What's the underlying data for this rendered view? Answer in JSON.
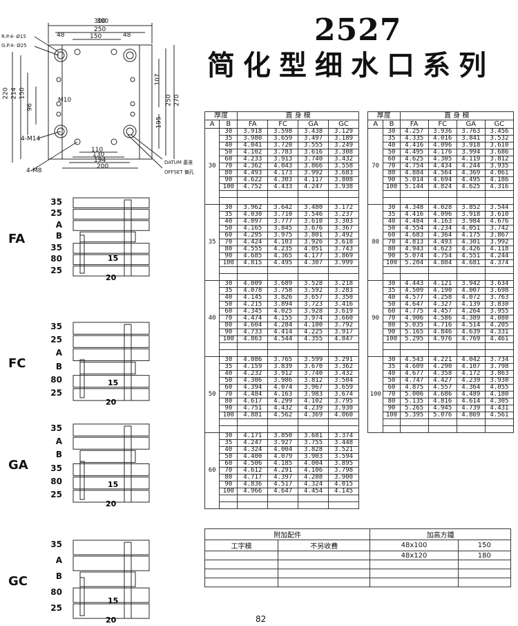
{
  "title": {
    "model": "2527",
    "name": "简化型细水口系列"
  },
  "plan_view": {
    "dims": [
      "300",
      "250",
      "150",
      "48",
      "48",
      "220",
      "214",
      "150",
      "96",
      "107",
      "250",
      "270",
      "195",
      "110",
      "130",
      "194",
      "200"
    ],
    "labels": {
      "rp": "R.P.4- Ø15",
      "gp": "G.P.4- Ø25",
      "m10": "M10",
      "m14": "4-M14",
      "m8": "4-M8",
      "datum": "DATUM 基准",
      "offset": "OFFSET 偏孔"
    }
  },
  "side_figures": [
    {
      "name": "FA",
      "dims": [
        "35",
        "25",
        "A",
        "B",
        "35",
        "80",
        "25"
      ],
      "marks": [
        "15",
        "20"
      ]
    },
    {
      "name": "FC",
      "dims": [
        "35",
        "25",
        "A",
        "B",
        "80",
        "25"
      ],
      "marks": [
        "15",
        "20"
      ]
    },
    {
      "name": "GA",
      "dims": [
        "35",
        "A",
        "B",
        "35",
        "80",
        "25"
      ],
      "marks": [
        "15",
        "20"
      ]
    },
    {
      "name": "GC",
      "dims": [
        "35",
        "A",
        "B",
        "80",
        "25"
      ],
      "marks": [
        "15",
        "20"
      ]
    }
  ],
  "table_headers": {
    "thickness": "厚度",
    "height": "直 身 模",
    "a": "A",
    "b": "B",
    "fa": "FA",
    "fc": "FC",
    "ga": "GA",
    "gc": "GC"
  },
  "left_table": [
    {
      "a": "30",
      "rows": [
        [
          "30",
          "3.918",
          "3.598",
          "3.438",
          "3.129"
        ],
        [
          "35",
          "3.980",
          "3.659",
          "3.497",
          "3.189"
        ],
        [
          "40",
          "4.041",
          "3.720",
          "3.555",
          "3.249"
        ],
        [
          "50",
          "4.102",
          "3.783",
          "3.616",
          "3.308"
        ],
        [
          "60",
          "4.233",
          "3.913",
          "3.740",
          "3.432"
        ],
        [
          "70",
          "4.362",
          "4.043",
          "3.866",
          "3.558"
        ],
        [
          "80",
          "4.493",
          "4.173",
          "3.992",
          "3.683"
        ],
        [
          "90",
          "4.622",
          "4.303",
          "4.117",
          "3.808"
        ],
        [
          "100",
          "4.752",
          "4.433",
          "4.247",
          "3.938"
        ]
      ]
    },
    {
      "a": "35",
      "rows": [
        [
          "30",
          "3.962",
          "3.642",
          "3.480",
          "3.172"
        ],
        [
          "35",
          "4.030",
          "3.710",
          "3.546",
          "3.237"
        ],
        [
          "40",
          "4.097",
          "3.777",
          "3.610",
          "3.303"
        ],
        [
          "50",
          "4.165",
          "3.845",
          "3.676",
          "3.367"
        ],
        [
          "60",
          "4.295",
          "3.975",
          "3.801",
          "3.492"
        ],
        [
          "70",
          "4.424",
          "4.103",
          "3.926",
          "3.618"
        ],
        [
          "80",
          "4.555",
          "4.235",
          "4.051",
          "3.743"
        ],
        [
          "90",
          "4.685",
          "4.365",
          "4.177",
          "3.869"
        ],
        [
          "100",
          "4.815",
          "4.495",
          "4.307",
          "3.999"
        ]
      ]
    },
    {
      "a": "40",
      "rows": [
        [
          "30",
          "4.009",
          "3.689",
          "3.528",
          "3.218"
        ],
        [
          "35",
          "4.078",
          "3.758",
          "3.592",
          "3.283"
        ],
        [
          "40",
          "4.145",
          "3.826",
          "3.657",
          "3.350"
        ],
        [
          "50",
          "4.215",
          "3.894",
          "3.723",
          "3.416"
        ],
        [
          "60",
          "4.345",
          "4.025",
          "3.928",
          "3.619"
        ],
        [
          "70",
          "4.474",
          "4.155",
          "3.974",
          "3.660"
        ],
        [
          "80",
          "4.604",
          "4.284",
          "4.100",
          "3.792"
        ],
        [
          "90",
          "4.733",
          "4.414",
          "4.225",
          "3.917"
        ],
        [
          "100",
          "4.863",
          "4.544",
          "4.355",
          "4.047"
        ]
      ]
    },
    {
      "a": "50",
      "rows": [
        [
          "30",
          "4.086",
          "3.765",
          "3.599",
          "3.291"
        ],
        [
          "35",
          "4.159",
          "3.839",
          "3.670",
          "3.362"
        ],
        [
          "40",
          "4.232",
          "3.912",
          "3.740",
          "3.432"
        ],
        [
          "50",
          "4.306",
          "3.986",
          "3.812",
          "3.504"
        ],
        [
          "60",
          "4.394",
          "4.074",
          "3.967",
          "3.659"
        ],
        [
          "70",
          "4.484",
          "4.163",
          "3.983",
          "3.674"
        ],
        [
          "80",
          "4.617",
          "4.299",
          "4.102",
          "3.795"
        ],
        [
          "90",
          "4.751",
          "4.432",
          "4.239",
          "3.930"
        ],
        [
          "100",
          "4.881",
          "4.562",
          "4.369",
          "4.060"
        ]
      ]
    },
    {
      "a": "60",
      "rows": [
        [
          "30",
          "4.171",
          "3.850",
          "3.681",
          "3.374"
        ],
        [
          "35",
          "4.247",
          "3.927",
          "3.755",
          "3.448"
        ],
        [
          "40",
          "4.324",
          "4.004",
          "3.828",
          "3.521"
        ],
        [
          "50",
          "4.400",
          "4.079",
          "3.903",
          "3.594"
        ],
        [
          "60",
          "4.506",
          "4.185",
          "4.004",
          "3.895"
        ],
        [
          "70",
          "4.612",
          "4.291",
          "4.106",
          "3.798"
        ],
        [
          "80",
          "4.717",
          "4.397",
          "4.208",
          "3.900"
        ],
        [
          "90",
          "4.836",
          "4.517",
          "4.324",
          "4.015"
        ],
        [
          "100",
          "4.966",
          "4.647",
          "4.454",
          "4.145"
        ]
      ]
    }
  ],
  "right_table": [
    {
      "a": "70",
      "rows": [
        [
          "30",
          "4.257",
          "3.936",
          "3.763",
          "3.456"
        ],
        [
          "35",
          "4.335",
          "4.016",
          "3.841",
          "3.532"
        ],
        [
          "40",
          "4.416",
          "4.096",
          "3.918",
          "3.610"
        ],
        [
          "50",
          "4.495",
          "4.176",
          "3.994",
          "3.686"
        ],
        [
          "60",
          "4.625",
          "4.305",
          "4.119",
          "3.812"
        ],
        [
          "70",
          "4.754",
          "4.434",
          "4.244",
          "3.935"
        ],
        [
          "80",
          "4.884",
          "4.564",
          "4.369",
          "4.061"
        ],
        [
          "90",
          "5.014",
          "4.694",
          "4.495",
          "4.186"
        ],
        [
          "100",
          "5.144",
          "4.824",
          "4.625",
          "4.316"
        ]
      ]
    },
    {
      "a": "80",
      "rows": [
        [
          "30",
          "4.348",
          "4.028",
          "3.852",
          "3.544"
        ],
        [
          "35",
          "4.416",
          "4.096",
          "3.918",
          "3.610"
        ],
        [
          "40",
          "4.484",
          "4.163",
          "3.984",
          "4.676"
        ],
        [
          "50",
          "4.554",
          "4.234",
          "4.051",
          "3.742"
        ],
        [
          "60",
          "4.683",
          "4.364",
          "4.175",
          "3.867"
        ],
        [
          "70",
          "4.813",
          "4.493",
          "4.301",
          "3.992"
        ],
        [
          "80",
          "4.943",
          "4.623",
          "4.426",
          "4.118"
        ],
        [
          "90",
          "5.074",
          "4.754",
          "4.551",
          "4.244"
        ],
        [
          "100",
          "5.204",
          "4.884",
          "4.681",
          "4.374"
        ]
      ]
    },
    {
      "a": "90",
      "rows": [
        [
          "30",
          "4.443",
          "4.121",
          "3.942",
          "3.634"
        ],
        [
          "35",
          "4.509",
          "4.190",
          "4.007",
          "3.698"
        ],
        [
          "40",
          "4.577",
          "4.258",
          "4.072",
          "3.763"
        ],
        [
          "50",
          "4.647",
          "4.327",
          "4.139",
          "3.830"
        ],
        [
          "60",
          "4.775",
          "4.457",
          "4.264",
          "3.955"
        ],
        [
          "70",
          "4.906",
          "4.586",
          "4.389",
          "4.080"
        ],
        [
          "80",
          "5.035",
          "4.716",
          "4.514",
          "4.205"
        ],
        [
          "90",
          "5.165",
          "4.846",
          "4.639",
          "4.331"
        ],
        [
          "100",
          "5.295",
          "4.976",
          "4.769",
          "4.461"
        ]
      ]
    },
    {
      "a": "100",
      "rows": [
        [
          "30",
          "4.543",
          "4.221",
          "4.042",
          "3.734"
        ],
        [
          "35",
          "4.609",
          "4.290",
          "4.107",
          "3.798"
        ],
        [
          "40",
          "4.677",
          "4.358",
          "4.172",
          "3.863"
        ],
        [
          "50",
          "4.747",
          "4.427",
          "4.239",
          "3.930"
        ],
        [
          "60",
          "4.875",
          "4.557",
          "4.364",
          "4.055"
        ],
        [
          "70",
          "5.006",
          "4.686",
          "4.489",
          "4.180"
        ],
        [
          "80",
          "5.135",
          "4.816",
          "4.614",
          "4.305"
        ],
        [
          "90",
          "5.265",
          "4.945",
          "4.739",
          "4.431"
        ],
        [
          "100",
          "5.395",
          "5.076",
          "4.869",
          "4.561"
        ]
      ]
    }
  ],
  "accessories": {
    "header_left": "附加配件",
    "header_right": "加高方鐵",
    "col1": "工字模",
    "col2": "不另收費",
    "rows": [
      {
        "size": "48x100",
        "price": "150"
      },
      {
        "size": "48x120",
        "price": "180"
      }
    ]
  },
  "page_number": "82"
}
